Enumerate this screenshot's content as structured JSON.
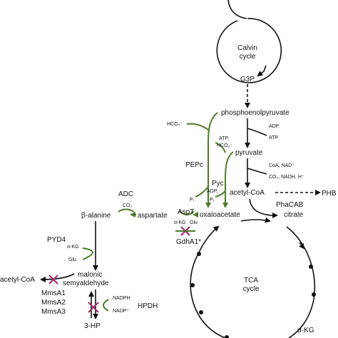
{
  "cycles": {
    "calvin": {
      "line1": "Calvin",
      "line2": "cycle"
    },
    "tca": {
      "line1": "TCA",
      "line2": "cycle"
    }
  },
  "metabolites": {
    "g3p": "G3P",
    "pep": "phosphoenolpyruvate",
    "pyruvate": "pyruvate",
    "acetyl_coa": "acetyl-CoA",
    "phb": "PHB",
    "oxaloacetate": "oxaloacetate",
    "citrate": "citrate",
    "aspartate": "aspartate",
    "beta_alanine": "β-alanine",
    "malonic_line1": "malonic",
    "malonic_line2": "semyaldehyde",
    "hp3": "3-HP",
    "acetyl_coa_left": "acetyl-CoA",
    "akg": "α-KG"
  },
  "enzymes": {
    "pepc": "PEPc",
    "pyc": "Pyc",
    "phacab": "PhaCAB",
    "adc": "ADC",
    "aspt": "AspT",
    "gdha1": "GdhA1*",
    "pyd4": "PYD4",
    "mmsa1": "MmsA1",
    "mmsa2": "MmsA2",
    "mmsa3": "MmsA3",
    "hpdh": "HPDH"
  },
  "cofactors": {
    "adp": "ADP",
    "atp": "ATP",
    "coa_nad": "CoA, NAD⁺",
    "co2_nadh": "CO₂, NADH, H⁻",
    "hco3_pepc": "HCO₃⁻",
    "atp_pyc": "ATP,",
    "hco3_pyc": "HCO₃⁻",
    "pi_pepc": "Pᵢ",
    "adp_pyc": "ADP,",
    "pi_pyc": "Pᵢ",
    "co2_adc": "CO₂",
    "akg_aspt": "α-KG",
    "glu_aspt": "Glu",
    "akg_pyd4": "α-KG",
    "glu_pyd4": "Glu",
    "nadph_hpdh": "NADPH",
    "nadp_hpdh": "NADP⁺"
  }
}
